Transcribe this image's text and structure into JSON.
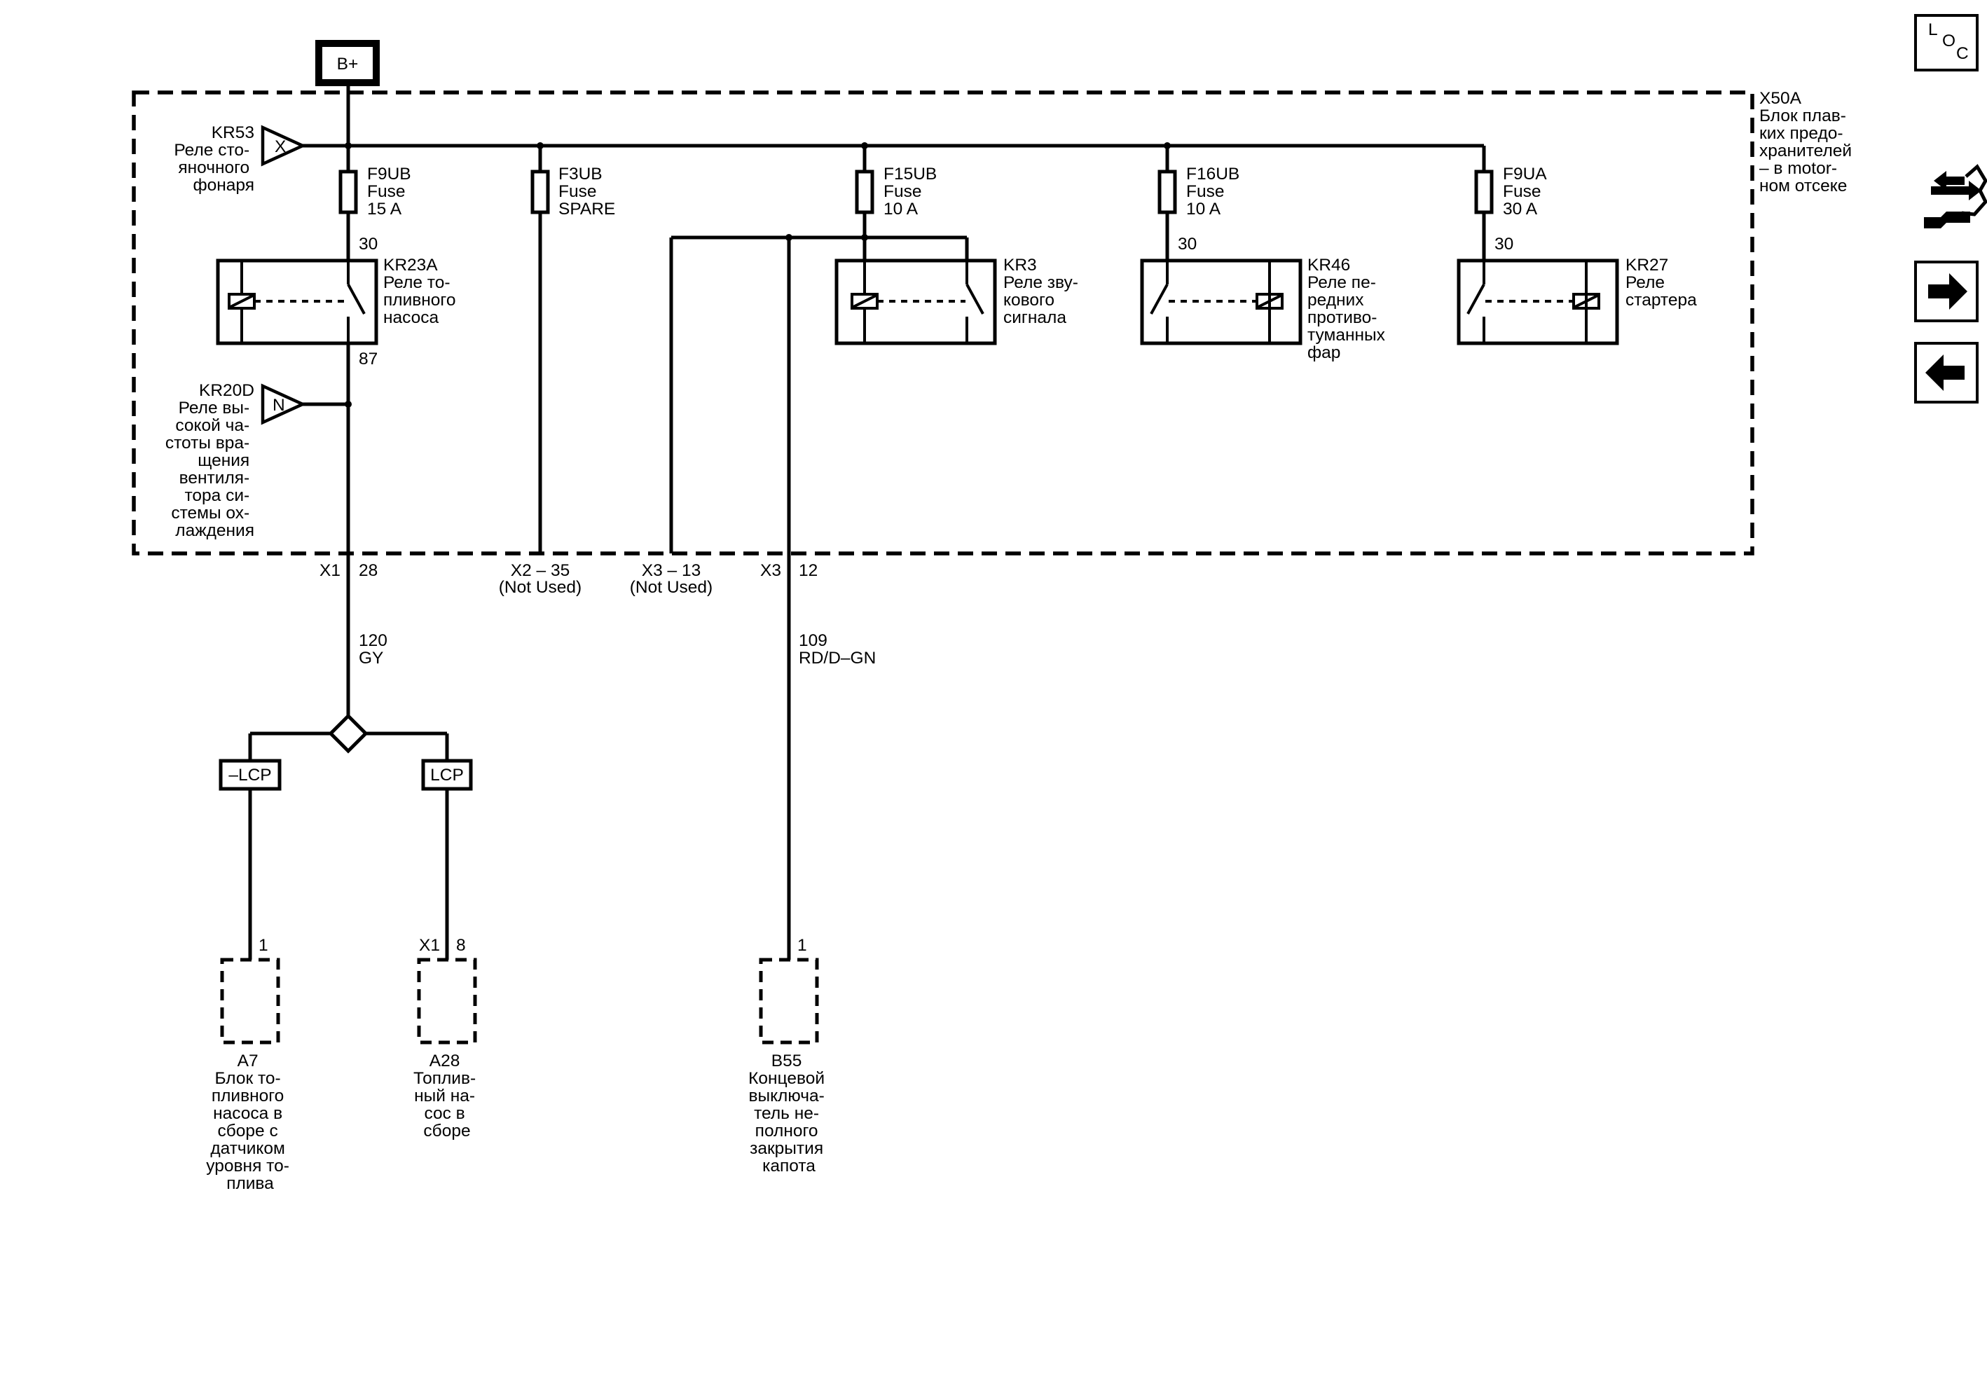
{
  "battery": "B+",
  "fuse_block": {
    "id": "X50A",
    "name_lines": [
      "Блок плав-",
      "ких предо-",
      "хранителей",
      "– в motor-",
      "ном отсеке"
    ]
  },
  "relays_in": [
    {
      "id": "KR53",
      "symbol": "X",
      "desc_lines": [
        "Реле сто-",
        "яночного",
        "фонаря"
      ]
    },
    {
      "id": "KR20D",
      "symbol": "N",
      "desc_lines": [
        "Реле вы-",
        "сокой ча-",
        "стоты вра-",
        "щения",
        "вентиля-",
        "тора си-",
        "стемы ох-",
        "лаждения"
      ]
    }
  ],
  "fuses": [
    {
      "id": "F9UB",
      "type": "Fuse",
      "rating": "15 A"
    },
    {
      "id": "F3UB",
      "type": "Fuse",
      "rating": "SPARE"
    },
    {
      "id": "F15UB",
      "type": "Fuse",
      "rating": "10 A"
    },
    {
      "id": "F16UB",
      "type": "Fuse",
      "rating": "10 A"
    },
    {
      "id": "F9UA",
      "type": "Fuse",
      "rating": "30 A"
    }
  ],
  "relays": [
    {
      "id": "KR23A",
      "desc_lines": [
        "Реле то-",
        "пливного",
        "насоса"
      ],
      "pin_top": "30",
      "pin_bottom": "87"
    },
    {
      "id": "KR3",
      "desc_lines": [
        "Реле зву-",
        "кового",
        "сигнала"
      ]
    },
    {
      "id": "KR46",
      "desc_lines": [
        "Реле пе-",
        "редних",
        "противо-",
        "туманных",
        "фар"
      ],
      "pin_top": "30"
    },
    {
      "id": "KR27",
      "desc_lines": [
        "Реле",
        "стартера"
      ],
      "pin_top": "30"
    }
  ],
  "connectors": [
    {
      "conn": "X1",
      "pin": "28"
    },
    {
      "label": "X2 – 35",
      "note": "(Not Used)"
    },
    {
      "label": "X3 – 13",
      "note": "(Not Used)"
    },
    {
      "conn": "X3",
      "pin": "12"
    }
  ],
  "wires": [
    {
      "circuit": "120",
      "color": "GY"
    },
    {
      "circuit": "109",
      "color": "RD/D–GN"
    }
  ],
  "options": [
    {
      "label": "–LCP"
    },
    {
      "label": "LCP"
    }
  ],
  "components": [
    {
      "pin_conn": "",
      "pin": "1",
      "id": "A7",
      "desc_lines": [
        "Блок то-",
        "пливного",
        "насоса в",
        "сборе с",
        "датчиком",
        "уровня то-",
        "плива"
      ]
    },
    {
      "pin_conn": "X1",
      "pin": "8",
      "id": "A28",
      "desc_lines": [
        "Топлив-",
        "ный на-",
        "сос в",
        "сборе"
      ]
    },
    {
      "pin_conn": "",
      "pin": "1",
      "id": "B55",
      "desc_lines": [
        "Концевой",
        "выключа-",
        "тель не-",
        "полного",
        "закрытия",
        "капота"
      ]
    }
  ],
  "nav": {
    "loc_letters": [
      "L",
      "O",
      "C"
    ],
    "icons": [
      "connector-end-view-icon",
      "next-page-icon",
      "previous-page-icon"
    ]
  }
}
